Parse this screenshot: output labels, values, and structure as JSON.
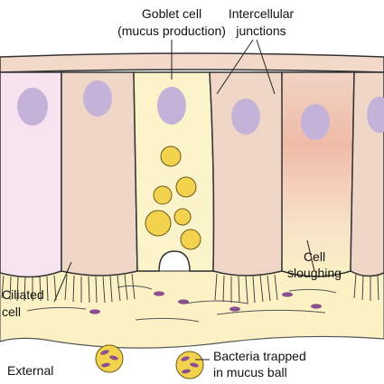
{
  "labels": {
    "goblet_line1": "Goblet cell",
    "goblet_line2": "(mucus production)",
    "junctions_line1": "Intercellular",
    "junctions_line2": "junctions",
    "ciliated_line1": "Ciliated",
    "ciliated_line2": "cell",
    "sloughing_line1": "Cell",
    "sloughing_line2": "sloughing",
    "external": "External",
    "bacteria_line1": "Bacteria trapped",
    "bacteria_line2": "in mucus ball"
  },
  "colors": {
    "basement_membrane": "#f2d9c9",
    "cell_tan": "#f0d6c7",
    "cell_pink": "#f6e3ef",
    "goblet_cell": "#fbf3c9",
    "nucleus": "#c5b2d8",
    "mucus_granule": "#f3d34e",
    "mucus_layer": "#fbf1c4",
    "bacteria": "#8a4f8f",
    "outline": "#333333"
  }
}
